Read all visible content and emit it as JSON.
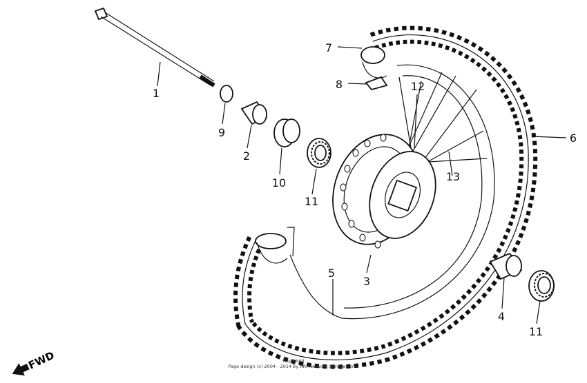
{
  "diagram": {
    "callouts": [
      {
        "id": "axle",
        "text": "1"
      },
      {
        "id": "spacer-left",
        "text": "2"
      },
      {
        "id": "hub",
        "text": "3"
      },
      {
        "id": "spacer-right",
        "text": "4"
      },
      {
        "id": "rim",
        "text": "5"
      },
      {
        "id": "tire",
        "text": "6"
      },
      {
        "id": "tube",
        "text": "7"
      },
      {
        "id": "rim-band",
        "text": "8"
      },
      {
        "id": "washer",
        "text": "9"
      },
      {
        "id": "oil-seal",
        "text": "10"
      },
      {
        "id": "bearing-left",
        "text": "11"
      },
      {
        "id": "spoke-a",
        "text": "12"
      },
      {
        "id": "spoke-b",
        "text": "13"
      },
      {
        "id": "bearing-right",
        "text": "11"
      }
    ],
    "direction_label": "FWD",
    "copyright_lines": [
      "Copyright",
      "Page design (c) 2004 - 2014 by ARI Network Services, Inc."
    ]
  }
}
